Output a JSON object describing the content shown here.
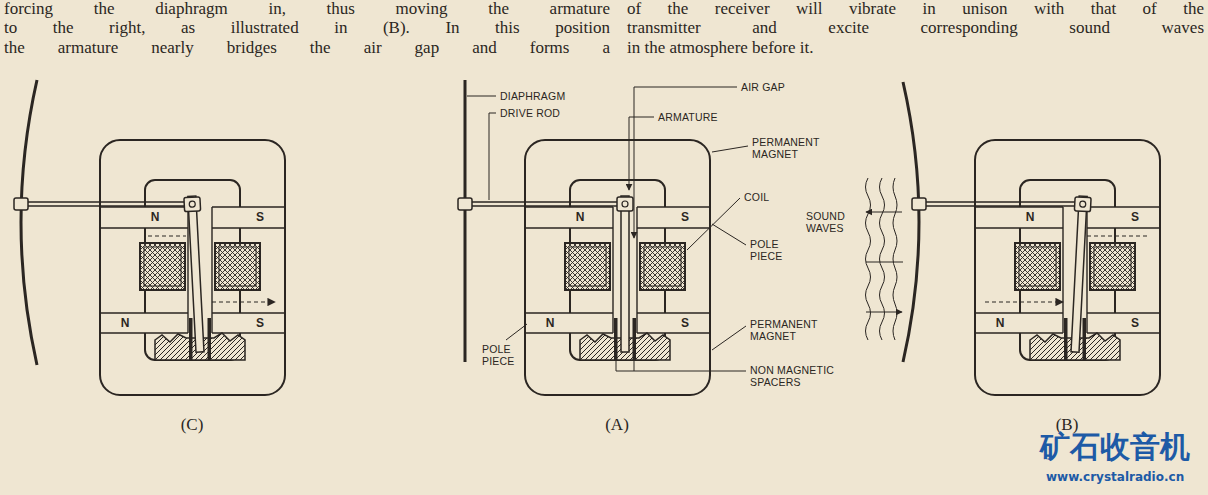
{
  "diagram": {
    "labels": [
      "forcing the diaphragm in, thus moving the armature",
      "to the right, as illustrated in (B). In this position",
      "the armature nearly bridges the air gap and forms a",
      "of the receiver will vibrate in unison with that of the",
      "transmitter and excite corresponding sound waves",
      "in the atmosphere before it.",
      "N",
      "S",
      "N",
      "S",
      "DIAPHRAGM",
      "DRIVE ROD",
      "AIR GAP",
      "ARMATURE",
      "PERMANENT MAGNET",
      "COIL",
      "POLE PIECE",
      "PERMANENT MAGNET",
      "N",
      "S",
      "N",
      "S",
      "POLE PIECE",
      "NON MAGNETIC SPACERS",
      "SOUND WAVES",
      "N",
      "S",
      "N",
      "S",
      "(C)",
      "(A)",
      "(B)",
      "矿石收音机",
      "www.crystalradio.cn"
    ]
  }
}
